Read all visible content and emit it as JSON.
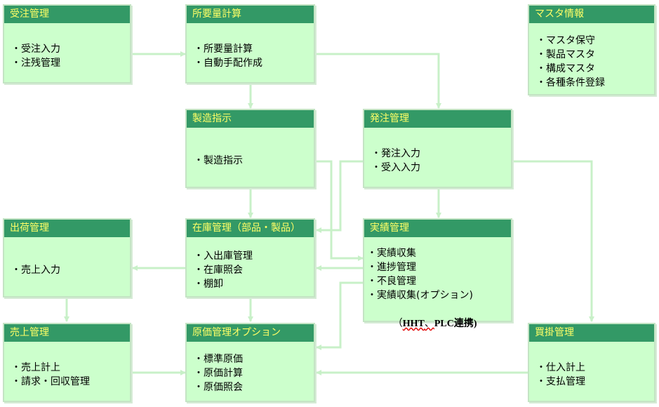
{
  "modules": {
    "order": {
      "title": "受注管理",
      "items": [
        "・受注入力",
        "・注残管理"
      ]
    },
    "mrp": {
      "title": "所要量計算",
      "items": [
        "・所要量計算",
        "・自動手配作成"
      ]
    },
    "master": {
      "title": "マスタ情報",
      "items": [
        "・マスタ保守",
        "・製品マスタ",
        "・構成マスタ",
        "・各種条件登録"
      ]
    },
    "production": {
      "title": "製造指示",
      "items": [
        "・製造指示"
      ]
    },
    "purchase_order": {
      "title": "発注管理",
      "items": [
        "・発注入力",
        "・受入入力"
      ]
    },
    "shipping": {
      "title": "出荷管理",
      "items": [
        "・売上入力"
      ]
    },
    "inventory": {
      "title": "在庫管理（部品・製品）",
      "items": [
        "・入出庫管理",
        "・在庫照会",
        "・棚卸"
      ]
    },
    "results": {
      "title": "実績管理",
      "items": [
        "・実績収集",
        "・進捗管理",
        "・不良管理",
        "・実績収集(オプション)"
      ],
      "extra_prefix": "（",
      "extra_hht": "HHT",
      "extra_sep": "、",
      "extra_rest": "PLC連携)"
    },
    "sales": {
      "title": "売上管理",
      "items": [
        "・売上計上",
        "・請求・回収管理"
      ]
    },
    "cost": {
      "title": "原価管理オプション",
      "items": [
        "・標準原価",
        "・原価計算",
        "・原価照会"
      ]
    },
    "payables": {
      "title": "買掛管理",
      "items": [
        "・仕入計上",
        "・支払管理"
      ]
    }
  },
  "colors": {
    "box_fill": "#ccffcc",
    "header_fill": "#339966",
    "header_text": "#ffff66",
    "connector": "#ccffcc"
  }
}
